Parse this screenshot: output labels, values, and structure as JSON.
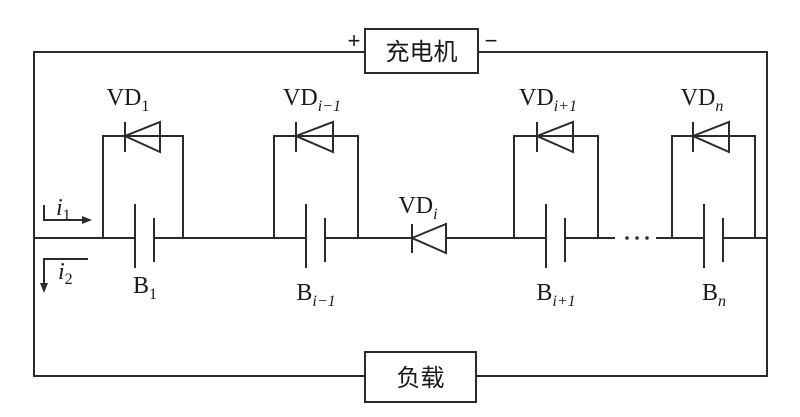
{
  "diagram": {
    "type": "circuit",
    "charger": {
      "label": "充电机",
      "plus": "+",
      "minus": "−"
    },
    "load": {
      "label": "负载"
    },
    "currents": [
      {
        "name": "i",
        "sub": "1",
        "direction": "right"
      },
      {
        "name": "i",
        "sub": "2",
        "direction": "down"
      }
    ],
    "cells": [
      {
        "battery": {
          "base": "B",
          "sub": "1",
          "sub_italic": false
        },
        "diode": {
          "base": "VD",
          "sub": "1",
          "sub_italic": false
        },
        "diode_position": "bypass"
      },
      {
        "battery": {
          "base": "B",
          "sub": "i−1",
          "sub_italic": true
        },
        "diode": {
          "base": "VD",
          "sub": "i−1",
          "sub_italic": true
        },
        "diode_position": "bypass"
      },
      {
        "battery": null,
        "diode": {
          "base": "VD",
          "sub": "i",
          "sub_italic": true
        },
        "diode_position": "series"
      },
      {
        "battery": {
          "base": "B",
          "sub": "i+1",
          "sub_italic": true
        },
        "diode": {
          "base": "VD",
          "sub": "i+1",
          "sub_italic": true
        },
        "diode_position": "bypass"
      },
      {
        "battery": {
          "base": "B",
          "sub": "n",
          "sub_italic": true
        },
        "diode": {
          "base": "VD",
          "sub": "n",
          "sub_italic": true
        },
        "diode_position": "bypass"
      }
    ],
    "ellipsis": "…"
  }
}
